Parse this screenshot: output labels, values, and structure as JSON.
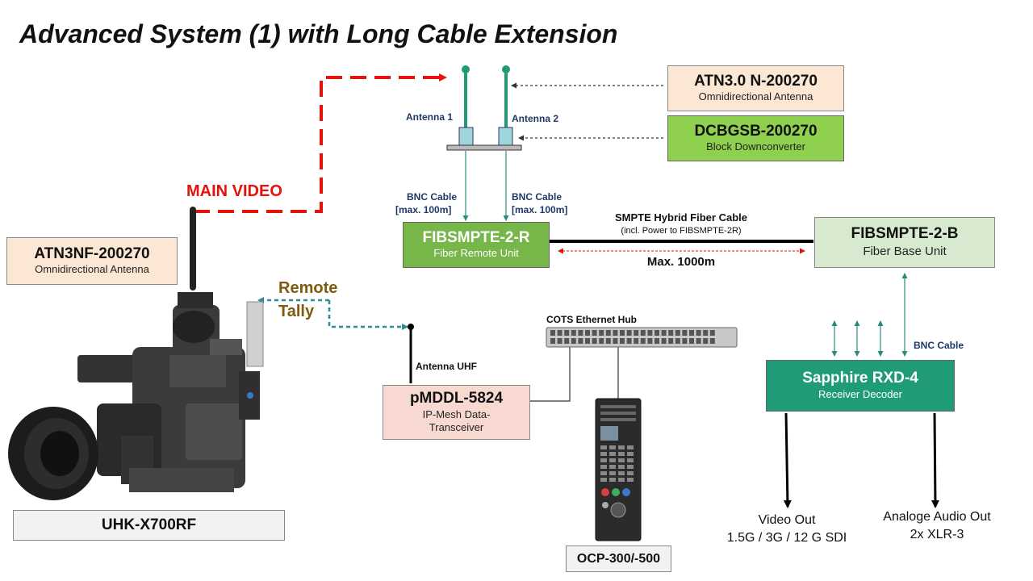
{
  "title": "Advanced System (1) with Long Cable Extension",
  "colors": {
    "main_video": "#e3120b",
    "tally": "#2e8b9a",
    "tally_text": "#7f5a0f",
    "green_dark": "#77b649",
    "green_light": "#d7ead0",
    "teal_box": "#1f9b78",
    "peach": "#fbe7d4",
    "pink": "#f7d9d1",
    "grey_box": "#f2f2f2",
    "label_navy": "#1f3864"
  },
  "nodes": {
    "atn30": {
      "name": "ATN3.0 N-200270",
      "sub": "Omnidirectional Antenna"
    },
    "dcbgsb": {
      "name": "DCBGSB-200270",
      "sub": "Block Downconverter"
    },
    "atn3nf": {
      "name": "ATN3NF-200270",
      "sub": "Omnidirectional Antenna"
    },
    "fib_r": {
      "name": "FIBSMPTE-2-R",
      "sub": "Fiber Remote Unit"
    },
    "fib_b": {
      "name": "FIBSMPTE-2-B",
      "sub": "Fiber Base Unit"
    },
    "pmddl": {
      "name": "pMDDL-5824",
      "sub": "IP-Mesh Data-Transceiver"
    },
    "sapphire": {
      "name": "Sapphire RXD-4",
      "sub": "Receiver Decoder"
    },
    "camera": {
      "name": "UHK-X700RF"
    },
    "ocp": {
      "name": "OCP-300/-500"
    }
  },
  "labels": {
    "antenna1": "Antenna 1",
    "antenna2": "Antenna 2",
    "bnc1_line1": "BNC Cable",
    "bnc1_line2": "[max. 100m]",
    "bnc2_line1": "BNC Cable",
    "bnc2_line2": "[max. 100m]",
    "smpte_line1": "SMPTE Hybrid Fiber Cable",
    "smpte_line2": "(incl. Power to FIBSMPTE-2R)",
    "max_1000": "Max. 1000m",
    "main_video": "MAIN VIDEO",
    "remote": "Remote",
    "tally": "Tally",
    "antenna_uhf": "Antenna UHF",
    "cots_hub": "COTS Ethernet Hub",
    "bnc_cable": "BNC Cable",
    "video_out_line1": "Video Out",
    "video_out_line2": "1.5G / 3G / 12 G SDI",
    "audio_out_line1": "Analoge Audio Out",
    "audio_out_line2": "2x XLR-3"
  }
}
